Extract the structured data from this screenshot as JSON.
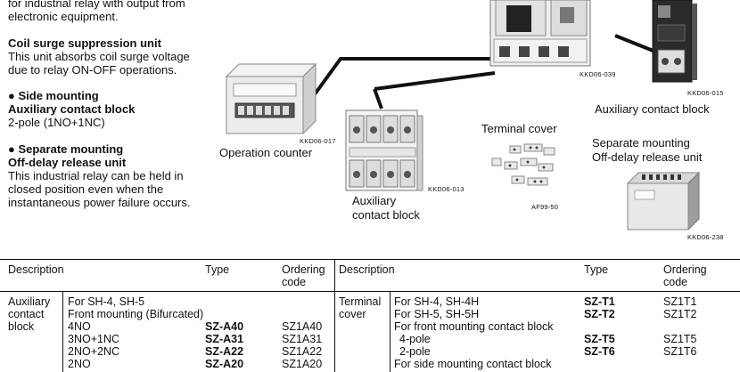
{
  "intro": {
    "line1": "for industrial relay with output from",
    "line2": "electronic equipment."
  },
  "coil": {
    "title": "Coil surge suppression unit",
    "desc1": "This unit absorbs coil surge voltage",
    "desc2": "due to relay ON-OFF operations."
  },
  "side": {
    "bullet": "● Side mounting",
    "title": "Auxiliary contact block",
    "desc": "2-pole (1NO+1NC)"
  },
  "separate": {
    "bullet": "● Separate mounting",
    "title": "Off-delay release unit",
    "desc1": "This industrial relay can be held in",
    "desc2": "closed position even when the",
    "desc3": "instantaneous power failure occurs."
  },
  "captions": {
    "operation_counter": "Operation counter",
    "aux_block_1": "Auxiliary",
    "aux_block_2": "contact block",
    "terminal_cover": "Terminal cover",
    "aux_block_right": "Auxiliary contact block",
    "sep_1": "Separate mounting",
    "sep_2": "Off-delay release unit"
  },
  "codes": {
    "kkd017": "KKD06-017",
    "kkd013": "KKD06-013",
    "kkd039": "KKD06-039",
    "kkd015": "KKD06-015",
    "af99": "AF99-50",
    "kkd238": "KKD06-238"
  },
  "table": {
    "left_headers": {
      "description": "Description",
      "type": "Type",
      "ordering1": "Ordering",
      "ordering2": "code"
    },
    "right_headers": {
      "description": "Description",
      "type": "Type",
      "ordering1": "Ordering",
      "ordering2": "code"
    },
    "left_group": [
      "Auxiliary",
      "contact",
      "block"
    ],
    "left_rows": [
      {
        "desc": "For SH-4, SH-5",
        "type": "",
        "code": ""
      },
      {
        "desc": "Front mounting (Bifurcated)",
        "type": "",
        "code": ""
      },
      {
        "desc": "4NO",
        "type": "SZ-A40",
        "code": "SZ1A40"
      },
      {
        "desc": "3NO+1NC",
        "type": "SZ-A31",
        "code": "SZ1A31"
      },
      {
        "desc": "2NO+2NC",
        "type": "SZ-A22",
        "code": "SZ1A22"
      },
      {
        "desc": "2NO",
        "type": "SZ-A20",
        "code": "SZ1A20"
      }
    ],
    "right_group": [
      "Terminal",
      "cover"
    ],
    "right_rows": [
      {
        "desc": "For SH-4, SH-4H",
        "type": "SZ-T1",
        "code": "SZ1T1"
      },
      {
        "desc": "For SH-5, SH-5H",
        "type": "SZ-T2",
        "code": "SZ1T2"
      },
      {
        "desc": "For front mounting contact block",
        "type": "",
        "code": ""
      },
      {
        "desc": "4-pole",
        "type": "SZ-T5",
        "code": "SZ1T5"
      },
      {
        "desc": "2-pole",
        "type": "SZ-T6",
        "code": "SZ1T6"
      },
      {
        "desc": "For side mounting contact block",
        "type": "",
        "code": ""
      }
    ]
  }
}
